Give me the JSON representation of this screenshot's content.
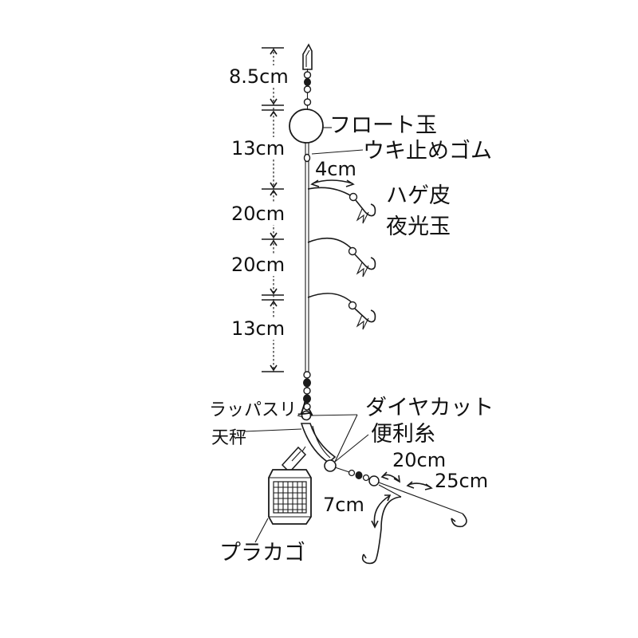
{
  "dimensions": {
    "top_swivel_to_float": "8.5cm",
    "float_to_first_branch": "13cm",
    "branch_spacing_1": "20cm",
    "branch_spacing_2": "20cm",
    "last_branch_to_bottom_swivel": "13cm",
    "branch_length": "4cm",
    "lower_leader_1": "20cm",
    "lower_leader_2": "25cm",
    "lower_branch": "7cm"
  },
  "labels": {
    "float_bead": "フロート玉",
    "float_stopper": "ウキ止めゴム",
    "hook_skin": "ハゲ皮",
    "luminous_bead": "夜光玉",
    "sinker_name": "ラッパスリム",
    "sinker_type": "天秤",
    "leader_type_1": "ダイヤカット",
    "leader_type_2": "便利糸",
    "feeder": "プラカゴ"
  },
  "colors": {
    "line": "#1a1a1a",
    "float_fill": "#ffffff",
    "background": "#ffffff"
  }
}
